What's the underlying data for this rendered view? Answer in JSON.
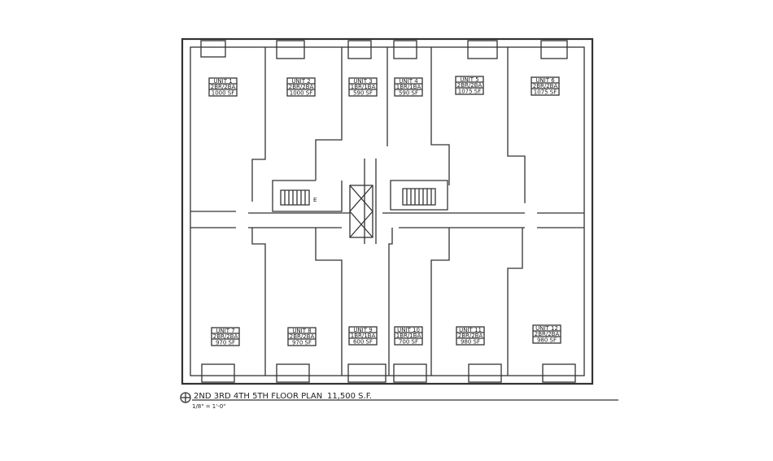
{
  "plan": {
    "title": "2ND 3RD 4TH 5TH FLOOR PLAN",
    "area": "11,500 S.F.",
    "scale": "1/8\" = 1'-0\"",
    "units_top": [
      {
        "name": "UNIT 1",
        "type": "2BR/2BA",
        "area": "1000 SF"
      },
      {
        "name": "UNIT 2",
        "type": "2BR/2BA",
        "area": "1000 SF"
      },
      {
        "name": "UNIT 3",
        "type": "1BR/1BA",
        "area": "590 SF"
      },
      {
        "name": "UNIT 4",
        "type": "1BR/1BA",
        "area": "590 SF"
      },
      {
        "name": "UNIT 5",
        "type": "2BR/2BA",
        "area": "1075 SF"
      },
      {
        "name": "UNIT 6",
        "type": "2BR/2BA",
        "area": "1075 SF"
      }
    ],
    "units_bottom": [
      {
        "name": "UNIT 7",
        "type": "2BR/2BA",
        "area": "970 SF"
      },
      {
        "name": "UNIT 8",
        "type": "2BR/2BA",
        "area": "970 SF"
      },
      {
        "name": "UNIT 9",
        "type": "1BR/1BA",
        "area": "600 SF"
      },
      {
        "name": "UNIT 10",
        "type": "1BR/1BA",
        "area": "700 SF"
      },
      {
        "name": "UNIT 11",
        "type": "2BR/2BA",
        "area": "980 SF"
      },
      {
        "name": "UNIT 12",
        "type": "2BR/2BA",
        "area": "980 SF"
      }
    ],
    "elevator_label": "E"
  }
}
